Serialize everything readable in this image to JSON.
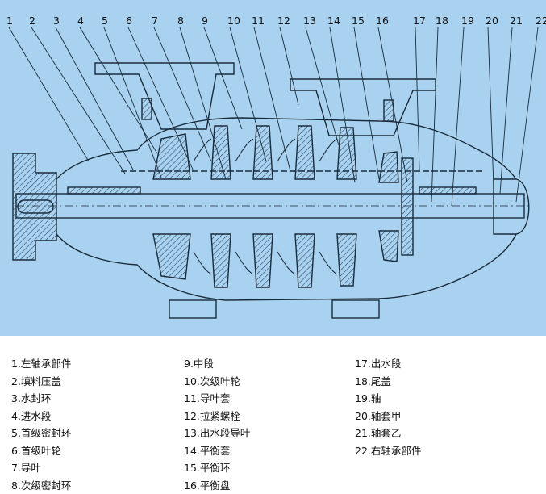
{
  "colors": {
    "background": "#a9d2f0",
    "line": "#1a2b3a",
    "fill": "#a9d2f0",
    "hatch": "#2d4a66"
  },
  "callout_numbers": [
    "1",
    "2",
    "3",
    "4",
    "5",
    "6",
    "7",
    "8",
    "9",
    "10",
    "11",
    "12",
    "13",
    "14",
    "15",
    "16",
    "17",
    "18",
    "19",
    "20",
    "21",
    "22"
  ],
  "legend": {
    "col1": [
      "1.左轴承部件",
      "2.填料压盖",
      "3.水封环",
      "4.进水段",
      "5.首级密封环",
      "6.首级叶轮",
      "7.导叶",
      "8.次级密封环"
    ],
    "col2": [
      "9.中段",
      "10.次级叶轮",
      "11.导叶套",
      "12.拉紧螺栓",
      "13.出水段导叶",
      "14.平衡套",
      "15.平衡环",
      "16.平衡盘"
    ],
    "col3": [
      "17.出水段",
      "18.尾盖",
      "19.轴",
      "20.轴套甲",
      "21.轴套乙",
      "22.右轴承部件"
    ]
  }
}
